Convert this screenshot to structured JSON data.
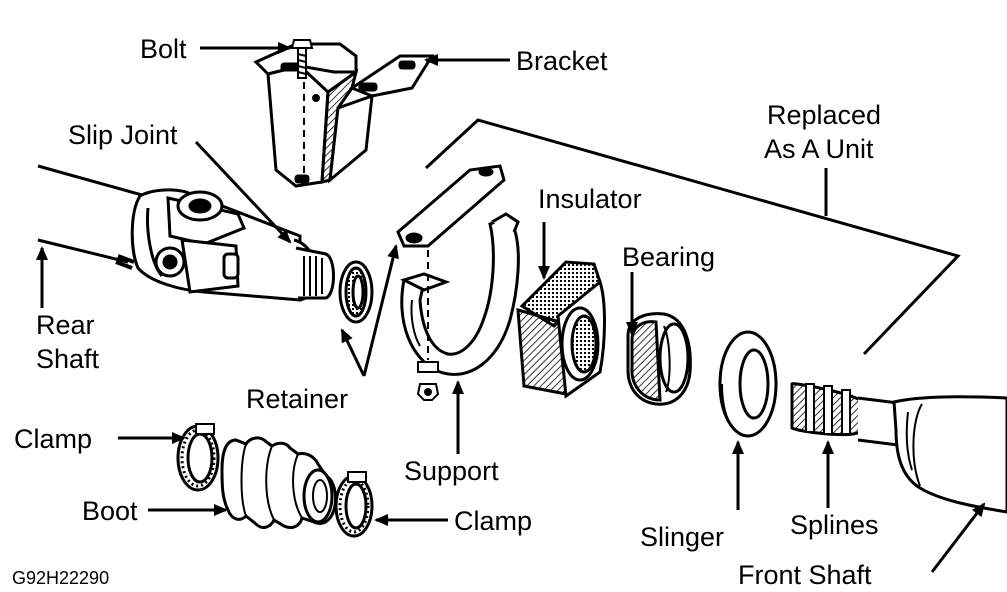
{
  "diagram": {
    "labels": {
      "bolt": "Bolt",
      "bracket": "Bracket",
      "replaced_line1": "Replaced",
      "replaced_line2": "As A Unit",
      "slip_joint": "Slip Joint",
      "insulator": "Insulator",
      "bearing": "Bearing",
      "rear_line1": "Rear",
      "rear_line2": "Shaft",
      "retainer": "Retainer",
      "clamp_left": "Clamp",
      "boot": "Boot",
      "support": "Support",
      "clamp_right": "Clamp",
      "slinger": "Slinger",
      "splines": "Splines",
      "front_shaft": "Front Shaft"
    },
    "figure_code": "G92H22290"
  }
}
